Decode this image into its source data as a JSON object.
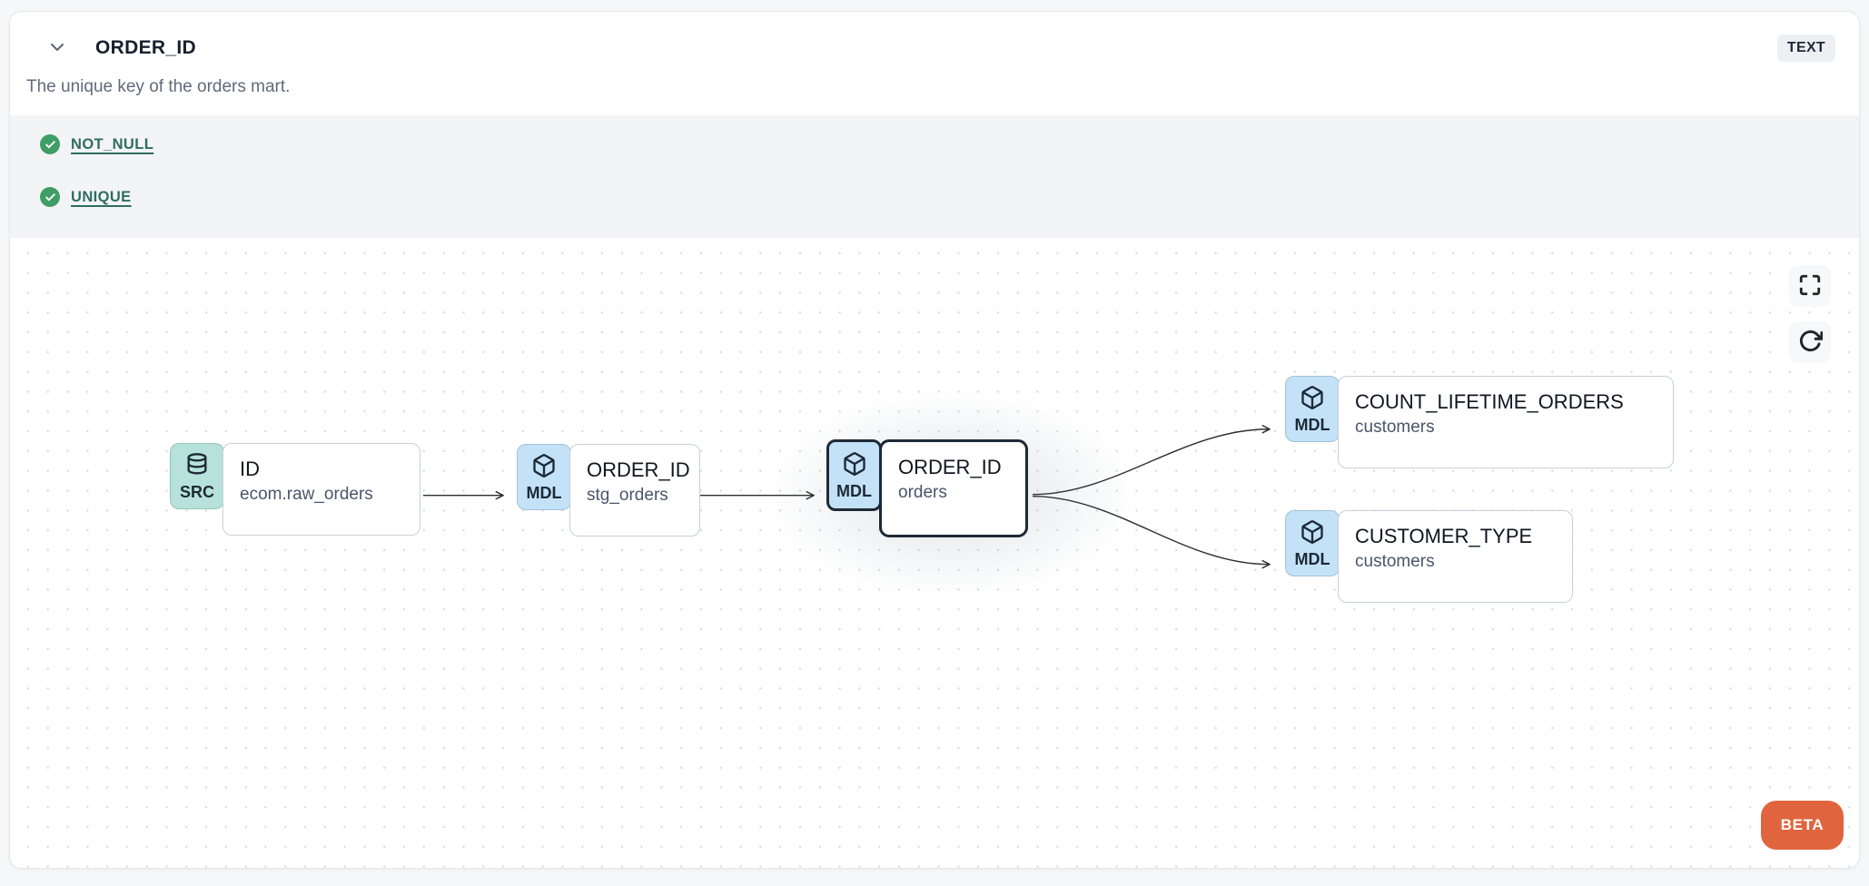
{
  "header": {
    "title": "ORDER_ID",
    "type_badge": "TEXT",
    "description": "The unique key of the orders mart.",
    "collapse_icon": "chevron-down-icon"
  },
  "tests": {
    "items": [
      {
        "label": "NOT_NULL",
        "status": "pass",
        "icon": "check-circle-icon"
      },
      {
        "label": "UNIQUE",
        "status": "pass",
        "icon": "check-circle-icon"
      }
    ],
    "pass_color": "#3e9e66",
    "link_color": "#2e6e5f"
  },
  "lineage": {
    "nodes": [
      {
        "badge": "SRC",
        "icon": "database-icon",
        "title": "ID",
        "subtitle": "ecom.raw_orders",
        "selected": false
      },
      {
        "badge": "MDL",
        "icon": "cube-icon",
        "title": "ORDER_ID",
        "subtitle": "stg_orders",
        "selected": false
      },
      {
        "badge": "MDL",
        "icon": "cube-icon",
        "title": "ORDER_ID",
        "subtitle": "orders",
        "selected": true
      },
      {
        "badge": "MDL",
        "icon": "cube-icon",
        "title": "COUNT_LIFETIME_ORDERS",
        "subtitle": "customers",
        "selected": false
      },
      {
        "badge": "MDL",
        "icon": "cube-icon",
        "title": "CUSTOMER_TYPE",
        "subtitle": "customers",
        "selected": false
      }
    ],
    "edges": [
      {
        "from": 0,
        "to": 1
      },
      {
        "from": 1,
        "to": 2
      },
      {
        "from": 2,
        "to": 3
      },
      {
        "from": 2,
        "to": 4
      }
    ],
    "controls": [
      "fullscreen-icon",
      "refresh-icon"
    ],
    "beta_label": "BETA",
    "colors": {
      "src_badge": "#b7e2dc",
      "mdl_badge": "#c3e2f8",
      "selected_border": "#1d2936",
      "beta": "#e0653e"
    }
  }
}
